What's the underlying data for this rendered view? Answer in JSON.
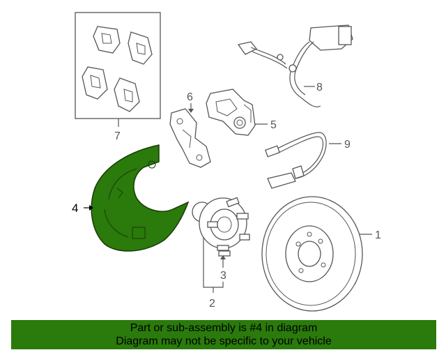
{
  "diagram": {
    "callouts": {
      "c1": "1",
      "c2": "2",
      "c3": "3",
      "c4": "4",
      "c5": "5",
      "c6": "6",
      "c7": "7",
      "c8": "8",
      "c9": "9"
    },
    "highlight_color": "#2a7a0c",
    "highlighted_part": "4"
  },
  "banner": {
    "line1": "Part or sub-assembly is #4 in diagram",
    "line2": "Diagram may not be specific to your vehicle",
    "background": "#2a7a0c"
  }
}
